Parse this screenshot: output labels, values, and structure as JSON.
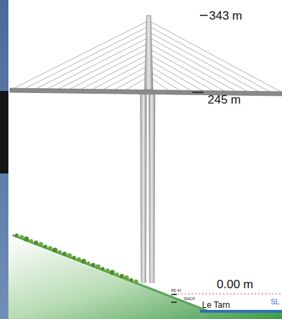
{
  "diagram": {
    "labels": [
      "343 m",
      "245 m",
      "0.00 m",
      "RD 41",
      "SNCF",
      "Le Tarn",
      "SL"
    ]
  }
}
